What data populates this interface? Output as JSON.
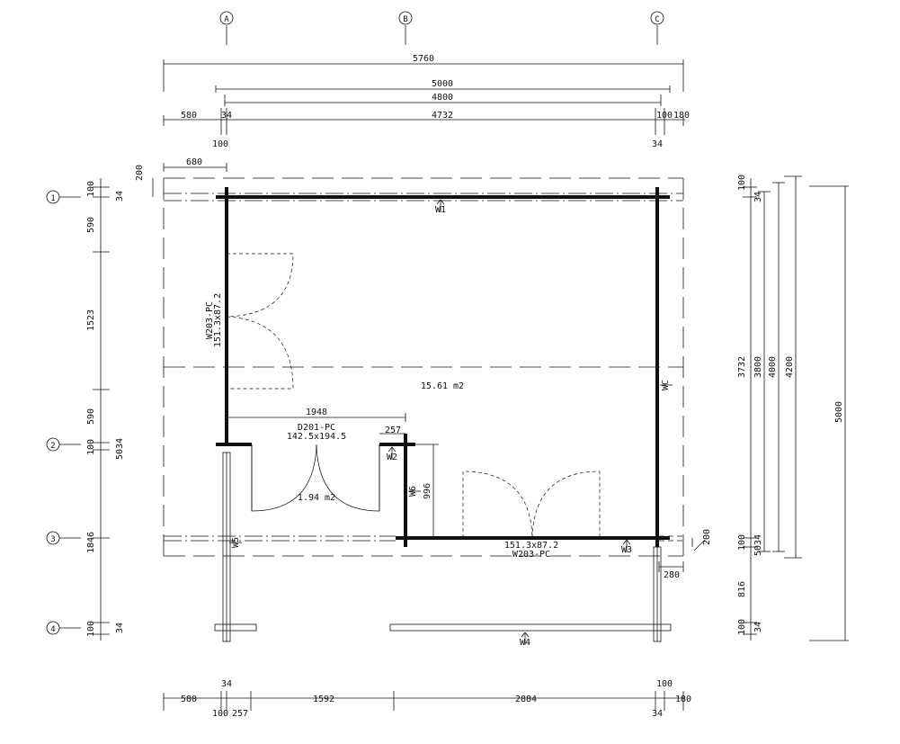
{
  "axes_h": [
    "A",
    "B",
    "C"
  ],
  "axes_v": [
    "1",
    "2",
    "3",
    "4"
  ],
  "dims_top": {
    "overall": "5760",
    "inner": "5000",
    "wall": "4800",
    "r1_a": "580",
    "r1_b": "34",
    "r1_c": "4732",
    "r1_d": "100",
    "r1_e": "180",
    "r2_left": "100",
    "r2_right": "34",
    "eave": "680",
    "eave_v": "200"
  },
  "dims_left": {
    "d1": "100",
    "d2": "34",
    "d3": "590",
    "d4": "1523",
    "d5": "590",
    "d6": "100",
    "d7": "5034",
    "d8": "1846",
    "d9": "100",
    "d10": "34"
  },
  "dims_right": {
    "t1": "100",
    "t2": "34",
    "c1": "3732",
    "c2": "3800",
    "c3": "4000",
    "c4": "4200",
    "total": "5000",
    "m1": "100",
    "m2": "5034",
    "m3": "816",
    "b1": "100",
    "b2": "34",
    "ov": "200",
    "post": "280"
  },
  "dims_bottom": {
    "top_left": "34",
    "top_right": "100",
    "a": "580",
    "b": "1592",
    "c": "2884",
    "d": "180",
    "e1": "100",
    "e2": "257",
    "e3": "34"
  },
  "interior": {
    "room_area": "15.61 m2",
    "small_area": "1.94 m2",
    "door_width": "1948",
    "door_code": "D201-PC",
    "door_size": "142.5x194.5",
    "offset_257": "257",
    "w2_len": "996",
    "window_code_left": "W203-PC",
    "window_size_left": "151.3x87.2",
    "window_size_bottom": "151.3x87.2",
    "window_code_bottom": "W203-PC"
  },
  "wall_tags": {
    "w1": "W1",
    "w2": "W2",
    "w3": "W3",
    "w4": "W4",
    "w5": "W5",
    "w6": "W6",
    "wc": "WC"
  }
}
